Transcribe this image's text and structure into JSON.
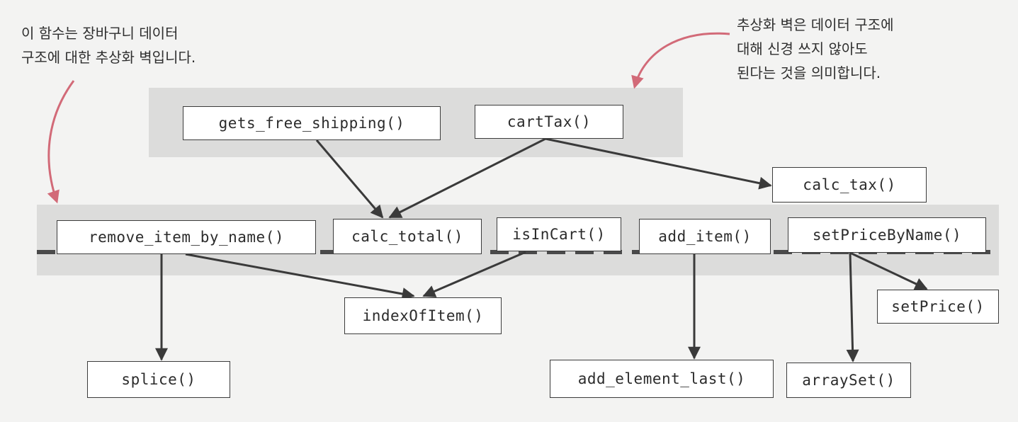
{
  "annotations": {
    "left": [
      "이 함수는 장바구니 데이터",
      "구조에 대한 추상화 벽입니다."
    ],
    "right": [
      "추상화 벽은 데이터 구조에",
      "대해 신경 쓰지 않아도",
      "된다는 것을 의미합니다."
    ]
  },
  "functions": {
    "gets_free_shipping": "gets_free_shipping()",
    "cartTax": "cartTax()",
    "calc_tax": "calc_tax()",
    "remove_item_by_name": "remove_item_by_name()",
    "calc_total": "calc_total()",
    "isInCart": "isInCart()",
    "add_item": "add_item()",
    "setPriceByName": "setPriceByName()",
    "indexOfItem": "indexOfItem()",
    "setPrice": "setPrice()",
    "splice": "splice()",
    "add_element_last": "add_element_last()",
    "arraySet": "arraySet()"
  },
  "edges": [
    {
      "from": "gets_free_shipping",
      "to": "calc_total"
    },
    {
      "from": "cartTax",
      "to": "calc_total"
    },
    {
      "from": "cartTax",
      "to": "calc_tax"
    },
    {
      "from": "remove_item_by_name",
      "to": "splice"
    },
    {
      "from": "remove_item_by_name",
      "to": "indexOfItem"
    },
    {
      "from": "isInCart",
      "to": "indexOfItem"
    },
    {
      "from": "add_item",
      "to": "add_element_last"
    },
    {
      "from": "setPriceByName",
      "to": "setPrice"
    },
    {
      "from": "setPriceByName",
      "to": "arraySet"
    }
  ],
  "colors": {
    "callout_arrow": "#d26a78",
    "edge": "#3a3a3a",
    "band": "#dcdcdb",
    "dash": "#4a4a4a"
  }
}
